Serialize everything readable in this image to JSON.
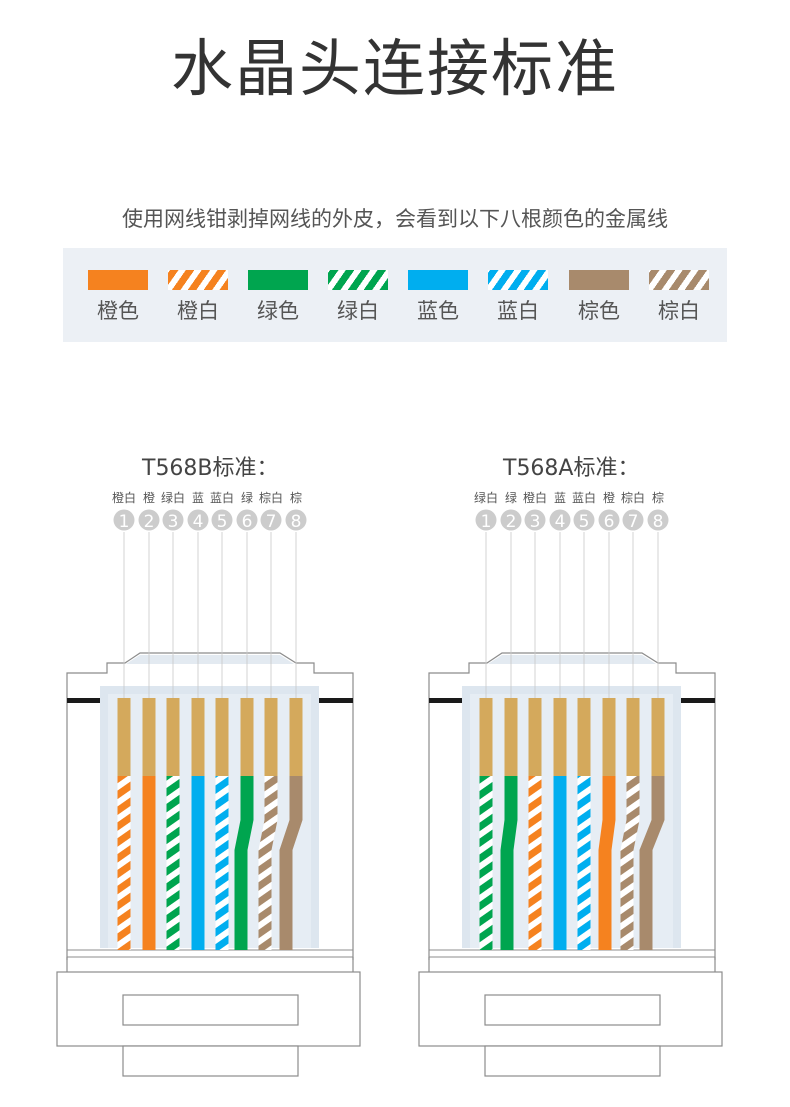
{
  "title": "水晶头连接标准",
  "subtitle": "使用网线钳剥掉网线的外皮，会看到以下八根颜色的金属线",
  "colors": {
    "orange": "#f5821f",
    "green": "#00a54f",
    "blue": "#00aeef",
    "brown": "#a88a6c",
    "stripe": "#ffffff",
    "gold": "#d4a95c",
    "body": "#dde6ef",
    "outline": "#8c8c8c",
    "circle": "#cccccc"
  },
  "legend": [
    {
      "label": "橙色",
      "color": "orange",
      "striped": false
    },
    {
      "label": "橙白",
      "color": "orange",
      "striped": true
    },
    {
      "label": "绿色",
      "color": "green",
      "striped": false
    },
    {
      "label": "绿白",
      "color": "green",
      "striped": true
    },
    {
      "label": "蓝色",
      "color": "blue",
      "striped": false
    },
    {
      "label": "蓝白",
      "color": "blue",
      "striped": true
    },
    {
      "label": "棕色",
      "color": "brown",
      "striped": false
    },
    {
      "label": "棕白",
      "color": "brown",
      "striped": true
    }
  ],
  "standards": [
    {
      "name": "T568B标准：",
      "pins": [
        {
          "number": "1",
          "label": "橙白",
          "color": "orange",
          "striped": true
        },
        {
          "number": "2",
          "label": "橙",
          "color": "orange",
          "striped": false
        },
        {
          "number": "3",
          "label": "绿白",
          "color": "green",
          "striped": true
        },
        {
          "number": "4",
          "label": "蓝",
          "color": "blue",
          "striped": false
        },
        {
          "number": "5",
          "label": "蓝白",
          "color": "blue",
          "striped": true
        },
        {
          "number": "6",
          "label": "绿",
          "color": "green",
          "striped": false
        },
        {
          "number": "7",
          "label": "棕白",
          "color": "brown",
          "striped": true
        },
        {
          "number": "8",
          "label": "棕",
          "color": "brown",
          "striped": false
        }
      ]
    },
    {
      "name": "T568A标准：",
      "pins": [
        {
          "number": "1",
          "label": "绿白",
          "color": "green",
          "striped": true
        },
        {
          "number": "2",
          "label": "绿",
          "color": "green",
          "striped": false
        },
        {
          "number": "3",
          "label": "橙白",
          "color": "orange",
          "striped": true
        },
        {
          "number": "4",
          "label": "蓝",
          "color": "blue",
          "striped": false
        },
        {
          "number": "5",
          "label": "蓝白",
          "color": "blue",
          "striped": true
        },
        {
          "number": "6",
          "label": "橙",
          "color": "orange",
          "striped": false
        },
        {
          "number": "7",
          "label": "棕白",
          "color": "brown",
          "striped": true
        },
        {
          "number": "8",
          "label": "棕",
          "color": "brown",
          "striped": false
        }
      ]
    }
  ]
}
